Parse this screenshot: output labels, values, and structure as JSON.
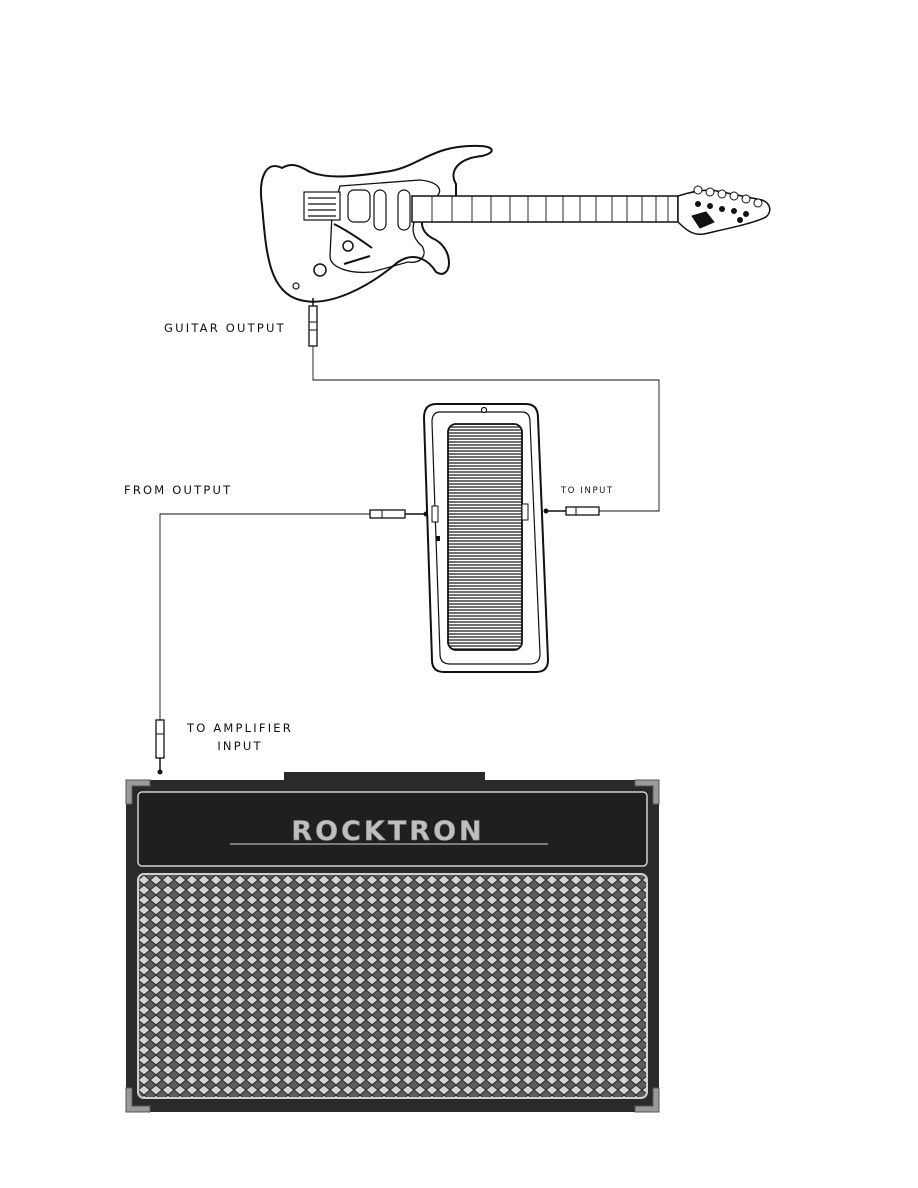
{
  "labels": {
    "guitar_output": "GUITAR OUTPUT",
    "from_output": "FROM OUTPUT",
    "to_input": "TO INPUT",
    "to_amplifier_line1": "TO AMPLIFIER",
    "to_amplifier_line2": "INPUT"
  },
  "brand": {
    "amp_logo": "ROCKTRON"
  },
  "colors": {
    "line": "#111111",
    "amp_dark": "#2a2a2a",
    "grille_bg": "#c9c9c9",
    "logo_fill": "#bfbfbf"
  }
}
